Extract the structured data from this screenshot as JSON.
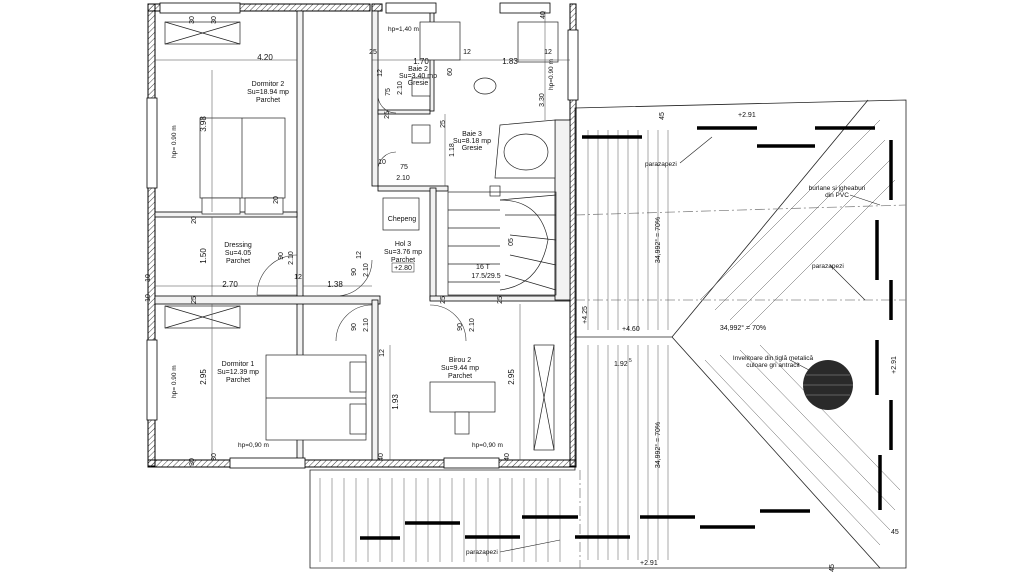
{
  "rooms": [
    {
      "name": "Dormitor 2",
      "area": "Su=18.94 mp",
      "floor": "Parchet"
    },
    {
      "name": "Baie 2",
      "area": "Su=3.40 mp",
      "floor": "Gresie"
    },
    {
      "name": "Baie 3",
      "area": "Su=8.18 mp",
      "floor": "Gresie"
    },
    {
      "name": "Dressing",
      "area": "Su=4.05",
      "floor": "Parchet"
    },
    {
      "name": "Hol 3",
      "area": "Su=3.76 mp",
      "floor": "Parchet"
    },
    {
      "name": "Dormitor 1",
      "area": "Su=12.39 mp",
      "floor": "Parchet"
    },
    {
      "name": "Birou 2",
      "area": "Su=9.44 mp",
      "floor": "Parchet"
    }
  ],
  "labels": {
    "chepeng": "Chepeng",
    "hol_level": "+2.80",
    "stairs": "16 T",
    "stairs_ratio": "17.5/29.5",
    "hp_top": "hp=1,40 m",
    "hp_left_top": "hp= 0.90 m",
    "hp_left_bottom": "hp= 0.90 m",
    "hp_right": "hp=0.90 m",
    "hp_bottom_left": "hp=0,90 m",
    "hp_bottom_right": "hp=0,90 m"
  },
  "roof": {
    "parazapezi_1": "parazapezi",
    "parazapezi_2": "parazapezi",
    "parazapezi_3": "parazapezi",
    "burlane_1": "burlane si jgheaburi",
    "burlane_2": "din PVC",
    "invelitoare_1": "Invelitoare din tiglă metalică",
    "invelitoare_2": "culoare gri antracit",
    "slope_1": "34,992° = 70%",
    "slope_2": "34,992° = 70%",
    "slope_3": "34,992° = 70%",
    "lvl_top": "+2.91",
    "lvl_mid": "+4.60",
    "lvl_right": "+2.91",
    "lvl_bottom": "+2.91",
    "lvl_425": "+4.25",
    "dim_192": "1.92",
    "dim_192_sup": "5",
    "dim_45_a": "45",
    "dim_45_b": "45",
    "dim_45_c": "45"
  },
  "dims": {
    "d_420": "4.20",
    "d_170": "1.70",
    "d_183": "1.83",
    "d_398": "3.98",
    "d_150": "1.50",
    "d_270": "2.70",
    "d_138": "1.38",
    "d_295_l": "2.95",
    "d_295_r": "2.95",
    "d_193": "1.93",
    "d_210_a": "2.10",
    "d_210_b": "2.10",
    "d_210_c": "2.10",
    "d_210_d": "2.10",
    "d_210_e": "2.10",
    "d_210_f": "2.10",
    "d_118": "1.18",
    "d_330": "3.30",
    "d_30_a": "30",
    "d_30_b": "30",
    "d_30_c": "30",
    "d_30_d": "30",
    "d_40_a": "40",
    "d_40_b": "40",
    "d_40_c": "40",
    "d_25_a": "25",
    "d_25_b": "25",
    "d_25_c": "25",
    "d_25_d": "25",
    "d_25_e": "25",
    "d_25_f": "25",
    "d_12_a": "12",
    "d_12_b": "12",
    "d_12_c": "12",
    "d_12_d": "12",
    "d_12_e": "12",
    "d_12_f": "12",
    "d_75_a": "75",
    "d_75_b": "75",
    "d_90_a": "90",
    "d_90_b": "90",
    "d_90_c": "90",
    "d_90_d": "90",
    "d_20_a": "20",
    "d_20_b": "20",
    "d_10_a": "10",
    "d_10_b": "10",
    "d_10_c": "10",
    "d_60": "60",
    "d_05": "05"
  }
}
